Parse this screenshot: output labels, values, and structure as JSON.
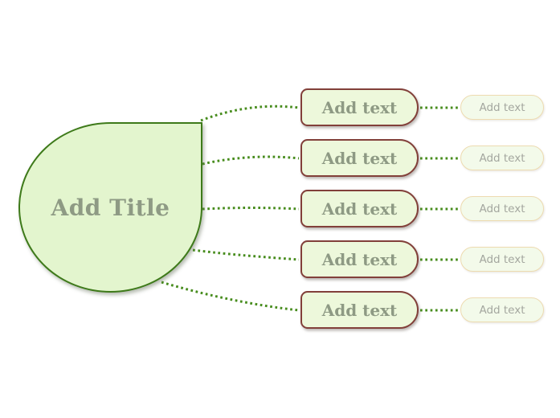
{
  "diagram": {
    "title": "Add Title",
    "branches": [
      {
        "label": "Add text",
        "sub_label": "Add text"
      },
      {
        "label": "Add text",
        "sub_label": "Add text"
      },
      {
        "label": "Add text",
        "sub_label": "Add text"
      },
      {
        "label": "Add text",
        "sub_label": "Add text"
      },
      {
        "label": "Add text",
        "sub_label": "Add text"
      }
    ],
    "colors": {
      "main_fill": "#e3f5ce",
      "main_border": "#3e7a1a",
      "branch_fill": "#edf8db",
      "branch_border": "#82403a",
      "sub_fill": "#f3faea",
      "sub_border": "#eddbb0",
      "connector": "#478c1d",
      "title_text": "#8e9a84",
      "sub_text": "#a4a79f"
    }
  }
}
